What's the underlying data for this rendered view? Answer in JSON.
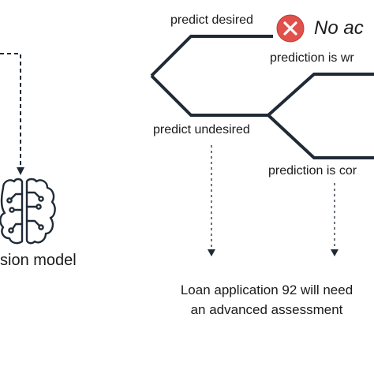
{
  "diagram": {
    "labels": {
      "predict_desired": "predict desired",
      "no_action": "No ac",
      "prediction_wrong": "prediction is wr",
      "predict_undesired": "predict undesired",
      "prediction_correct": "prediction is cor",
      "model_label": "sion model",
      "outcome_line1": "Loan application 92 will need",
      "outcome_line2": "an advanced assessment"
    },
    "icons": {
      "reject": "x-circle-icon",
      "model": "brain-circuit-icon"
    },
    "colors": {
      "line": "#1f2a36",
      "reject_fill": "#e0514b",
      "text": "#1a1a1a"
    }
  }
}
